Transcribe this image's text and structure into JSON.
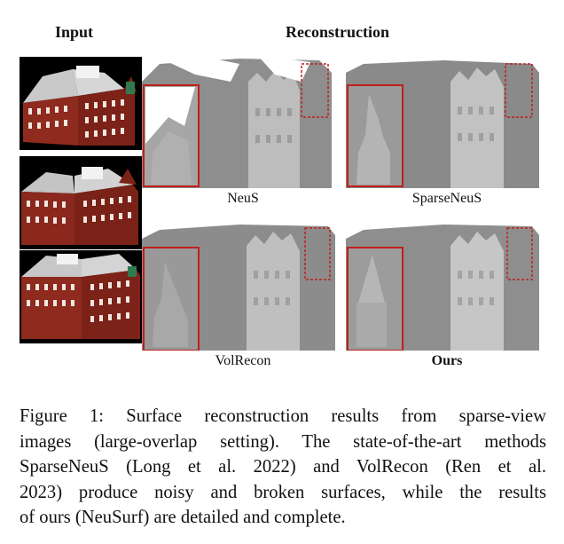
{
  "figure": {
    "headings": {
      "input": "Input",
      "reconstruction": "Reconstruction"
    },
    "methods": [
      {
        "label": "NeuS"
      },
      {
        "label": "SparseNeuS"
      },
      {
        "label": "VolRecon"
      },
      {
        "label": "Ours"
      }
    ],
    "caption_lines": [
      "Figure 1: Surface reconstruction results from sparse-view",
      "images (large-overlap setting). The state-of-the-art methods",
      "SparseNeuS (Long et al. 2022) and VolRecon (Ren et al.",
      "2023) produce noisy and broken surfaces, while the results",
      "of ours (NeuSurf) are detailed and complete."
    ],
    "colors": {
      "building": "#8f2a1f",
      "roof": "#b8b8b8",
      "mesh": "#9a9a9a",
      "highlight_box": "#c0201a"
    }
  }
}
